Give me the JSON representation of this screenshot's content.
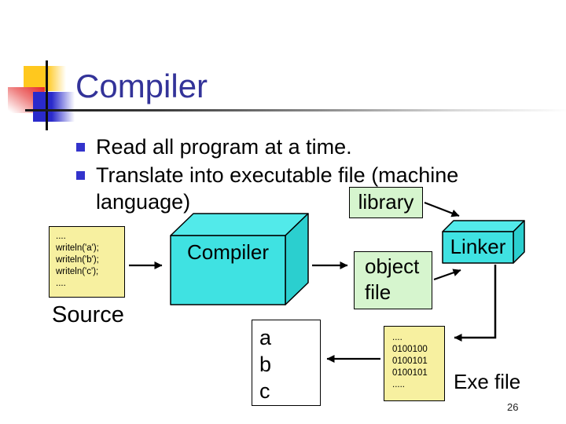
{
  "slide": {
    "title": "Compiler",
    "page_number": "26"
  },
  "bullets": [
    {
      "lines": [
        "Read all program at a time."
      ]
    },
    {
      "lines": [
        "Translate into executable file (machine",
        "language)"
      ]
    }
  ],
  "diagram": {
    "library_label": "library",
    "source_code": [
      "....",
      "writeln('a');",
      "writeln('b');",
      "writeln('c');",
      "...."
    ],
    "source_caption": "Source",
    "compiler_label": "Compiler",
    "object_label": "object file",
    "linker_label": "Linker",
    "abc_lines": [
      "a",
      "b",
      "c"
    ],
    "exe_code": [
      "....",
      "0100100",
      "0100101",
      "0100101",
      "....."
    ],
    "exe_caption": "Exe file"
  },
  "colors": {
    "title_text": "#333399",
    "bullet_marker": "#3333cc",
    "process_box_front": "#3fe2e2",
    "process_box_top": "#52eaea",
    "process_box_side": "#2bcfcf",
    "file_box_green": "#d6f5ce",
    "file_box_yellow": "#f7f0a0",
    "outline": "#000000"
  }
}
